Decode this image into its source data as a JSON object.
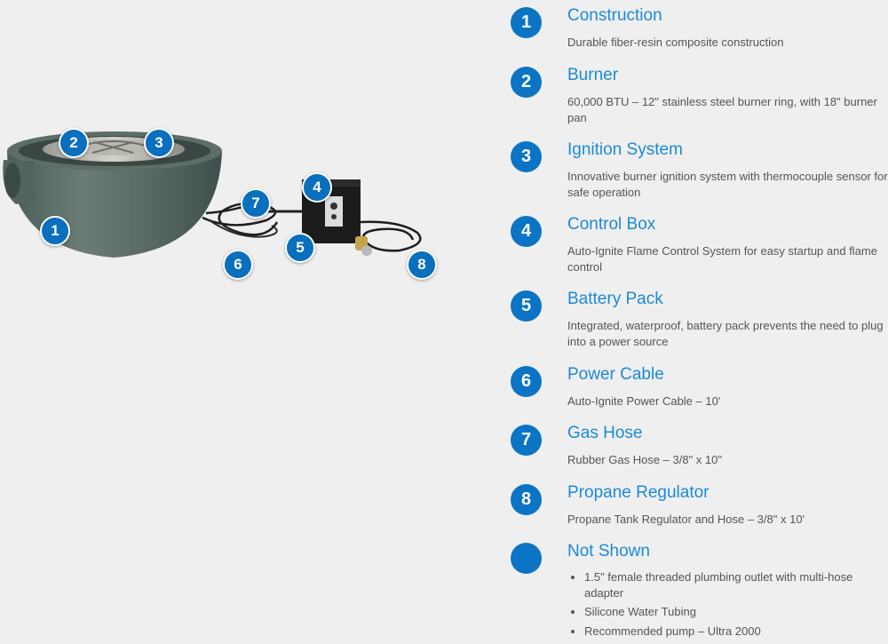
{
  "colors": {
    "accent": "#1b8ad6",
    "badge": "#0b74c4",
    "body_text": "#555555",
    "background": "#efefef"
  },
  "markers": [
    "1",
    "2",
    "3",
    "4",
    "5",
    "6",
    "7",
    "8"
  ],
  "features": [
    {
      "number": "1",
      "title": "Construction",
      "description": "Durable fiber-resin composite construction"
    },
    {
      "number": "2",
      "title": "Burner",
      "description": "60,000 BTU – 12\" stainless steel burner ring, with 18\" burner pan"
    },
    {
      "number": "3",
      "title": "Ignition System",
      "description": "Innovative burner ignition system with thermocouple sensor for safe operation"
    },
    {
      "number": "4",
      "title": "Control Box",
      "description": "Auto-Ignite Flame Control System for easy startup and flame control"
    },
    {
      "number": "5",
      "title": "Battery Pack",
      "description": "Integrated, waterproof, battery pack prevents the need to plug into a power source"
    },
    {
      "number": "6",
      "title": "Power Cable",
      "description": "Auto-Ignite Power Cable – 10'"
    },
    {
      "number": "7",
      "title": "Gas Hose",
      "description": "Rubber Gas Hose – 3/8\" x 10\""
    },
    {
      "number": "8",
      "title": "Propane Regulator",
      "description": "Propane Tank Regulator and Hose – 3/8\" x 10'"
    }
  ],
  "not_shown": {
    "number": "",
    "title": "Not Shown",
    "items": [
      "1.5\" female threaded plumbing outlet with multi-hose adapter",
      "Silicone Water Tubing",
      "Recommended pump – Ultra 2000"
    ]
  }
}
